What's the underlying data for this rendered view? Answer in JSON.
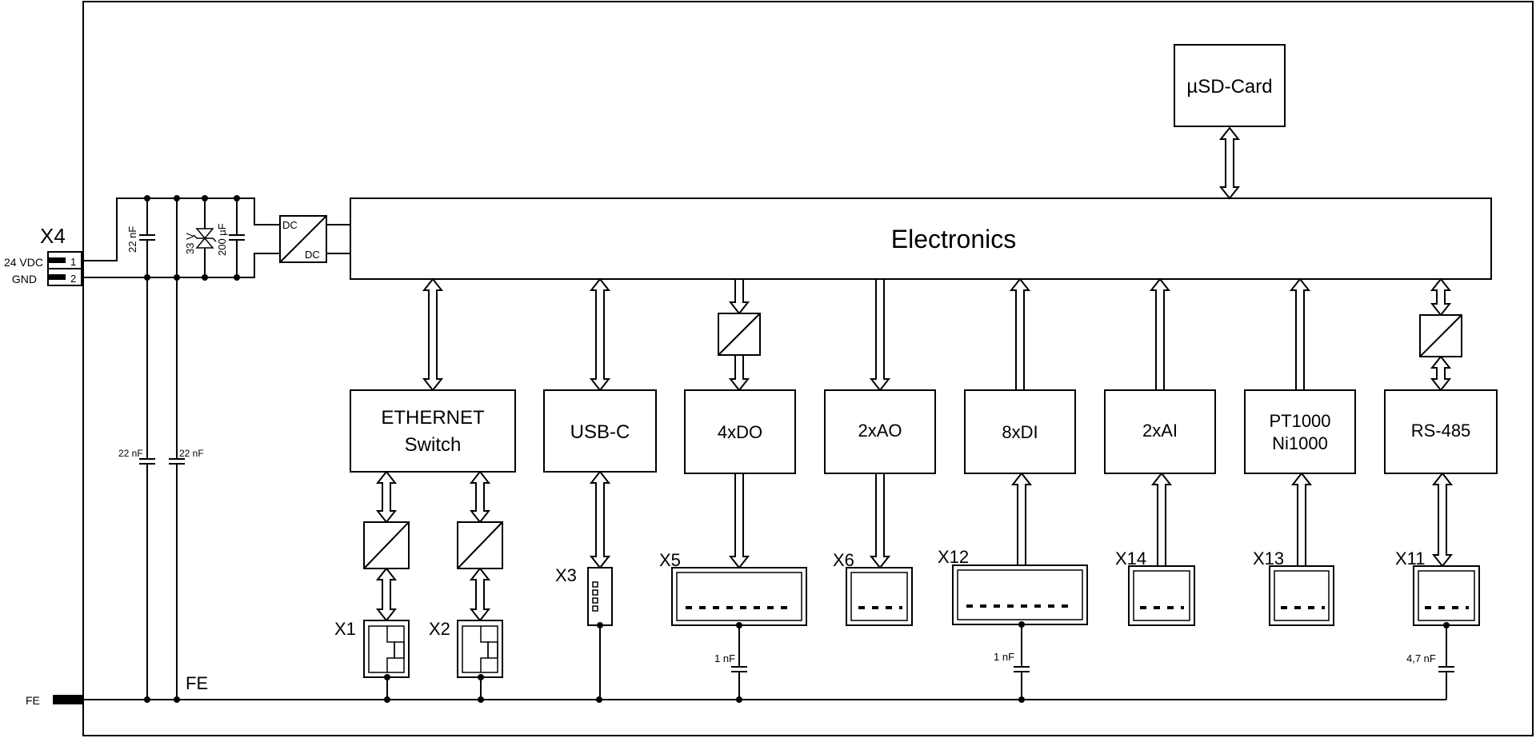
{
  "diagram": {
    "supply": {
      "connector": "X4",
      "pin1_label": "24 VDC",
      "pin2_label": "GND",
      "pin1": "1",
      "pin2": "2",
      "cap_input": "22 nF",
      "tvs": "33 V",
      "cap_bulk": "200 µF",
      "converter_top": "DC",
      "converter_bottom": "DC",
      "fe_cap_1": "22 nF",
      "fe_cap_2": "22 nF"
    },
    "fe_terminal": "FE",
    "fe_rail_label": "FE",
    "electronics": "Electronics",
    "usd_card": "µSD-Card",
    "modules": {
      "ethernet_line1": "ETHERNET",
      "ethernet_line2": "Switch",
      "usbc": "USB-C",
      "do": "4xDO",
      "ao": "2xAO",
      "di": "8xDI",
      "ai": "2xAI",
      "pt_line1": "PT1000",
      "pt_line2": "Ni1000",
      "rs485": "RS-485"
    },
    "connectors": {
      "x1": "X1",
      "x2": "X2",
      "x3": "X3",
      "x5": "X5",
      "x6": "X6",
      "x12": "X12",
      "x14": "X14",
      "x13": "X13",
      "x11": "X11"
    },
    "caps": {
      "x5": "1 nF",
      "x12": "1 nF",
      "x11": "4,7 nF"
    }
  }
}
